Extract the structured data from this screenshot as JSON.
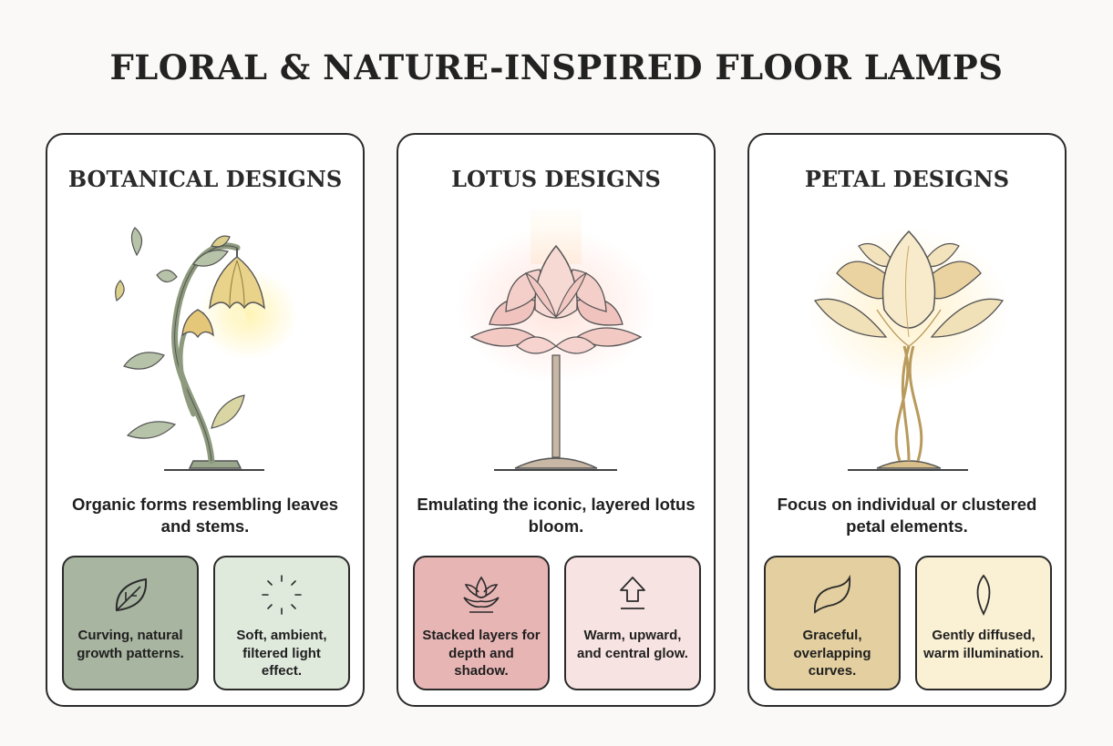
{
  "title": "FLORAL & NATURE-INSPIRED FLOOR LAMPS",
  "cards": [
    {
      "title": "BOTANICAL DESIGNS",
      "description": "Organic forms resembling leaves and stems.",
      "illustration": "botanical-lamp",
      "features": [
        {
          "icon": "leaf-icon",
          "text": "Curving, natural growth patterns.",
          "color": "#a8b5a0"
        },
        {
          "icon": "soft-light-icon",
          "text": "Soft, ambient, filtered light effect.",
          "color": "#dfe9dc"
        }
      ]
    },
    {
      "title": "LOTUS DESIGNS",
      "description": "Emulating the iconic, layered lotus bloom.",
      "illustration": "lotus-lamp",
      "features": [
        {
          "icon": "lotus-layers-icon",
          "text": "Stacked layers for depth and shadow.",
          "color": "#e8b5b5"
        },
        {
          "icon": "upward-arrow-icon",
          "text": "Warm, upward, and central glow.",
          "color": "#f7e3e1"
        }
      ]
    },
    {
      "title": "PETAL DESIGNS",
      "description": "Focus on individual or clustered petal elements.",
      "illustration": "petal-lamp",
      "features": [
        {
          "icon": "curved-petal-icon",
          "text": "Graceful, overlapping curves.",
          "color": "#e3cf9f"
        },
        {
          "icon": "single-petal-icon",
          "text": "Gently diffused, warm illumination.",
          "color": "#faf1d4"
        }
      ]
    }
  ]
}
